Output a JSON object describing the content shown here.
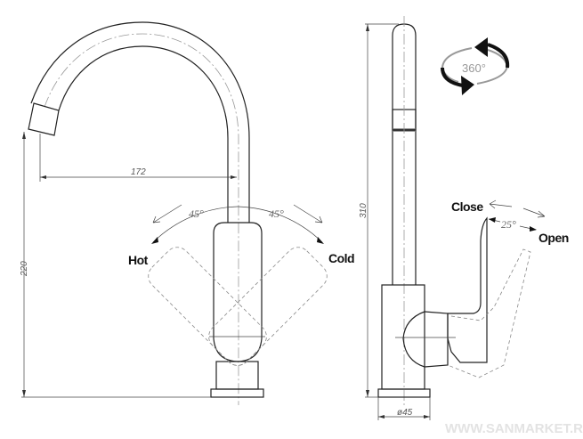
{
  "dimensions": {
    "spout_reach": "172",
    "spout_height": "220",
    "total_height": "310",
    "base_diameter": "ø45"
  },
  "angles": {
    "hot_angle": "45°",
    "cold_angle": "45°",
    "lever_angle": "25°",
    "rotation": "360°"
  },
  "labels": {
    "hot": "Hot",
    "cold": "Cold",
    "close": "Close",
    "open": "Open"
  },
  "watermark": "WWW.SANMARKET.RU"
}
